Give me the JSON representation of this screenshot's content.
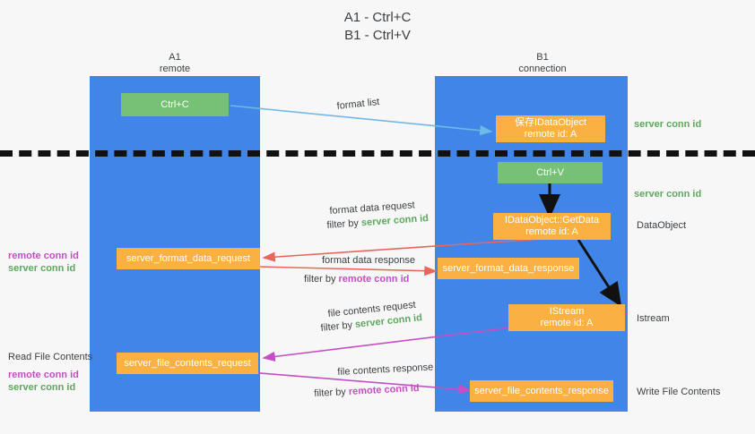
{
  "title": "A1 - Ctrl+C\nB1 - Ctrl+V",
  "columns": {
    "a": {
      "header": "A1\nremote"
    },
    "b": {
      "header": "B1\nconnection"
    }
  },
  "nodes": {
    "ctrl_c": "Ctrl+C",
    "save_idataobject": "保存IDataObject\nremote id: A",
    "ctrl_v": "Ctrl+V",
    "getdata": "IDataObject::GetData\nremote id: A",
    "server_format_data_request": "server_format_data_request",
    "server_format_data_response": "server_format_data_response",
    "istream": "IStream\nremote id: A",
    "server_file_contents_request": "server_file_contents_request",
    "server_file_contents_response": "server_file_contents_response"
  },
  "annotations": {
    "server_conn_id_top": "server conn id",
    "server_conn_id_second": "server conn id",
    "dataobject": "DataObject",
    "istream": "Istream",
    "write_file_contents": "Write File Contents",
    "read_file_contents": "Read File Contents",
    "remote_conn_id": "remote conn id",
    "server_conn_id": "server conn id"
  },
  "edges": {
    "format_list": "format list",
    "format_data_request": "format data request",
    "format_data_request_filter_prefix": "filter by ",
    "format_data_request_filter_value": "server conn id",
    "format_data_response": "format data response",
    "format_data_response_filter_prefix": "filter by ",
    "format_data_response_filter_value": "remote conn id",
    "file_contents_request": "file contents request",
    "file_contents_request_filter_prefix": "filter by ",
    "file_contents_request_filter_value": "server conn id",
    "file_contents_response": "file contents response",
    "file_contents_response_filter_prefix": "filter by ",
    "file_contents_response_filter_value": "remote conn id"
  },
  "colors": {
    "lane": "#4285e8",
    "green_node": "#77c176",
    "orange_node": "#fbb042",
    "green_text": "#5fa75f",
    "magenta_text": "#c44fc4",
    "blue_arrow": "#6fb8e8",
    "red_arrow": "#e8675c",
    "magenta_arrow": "#c44fc4",
    "black_arrow": "#111111",
    "background": "#f7f7f7"
  }
}
